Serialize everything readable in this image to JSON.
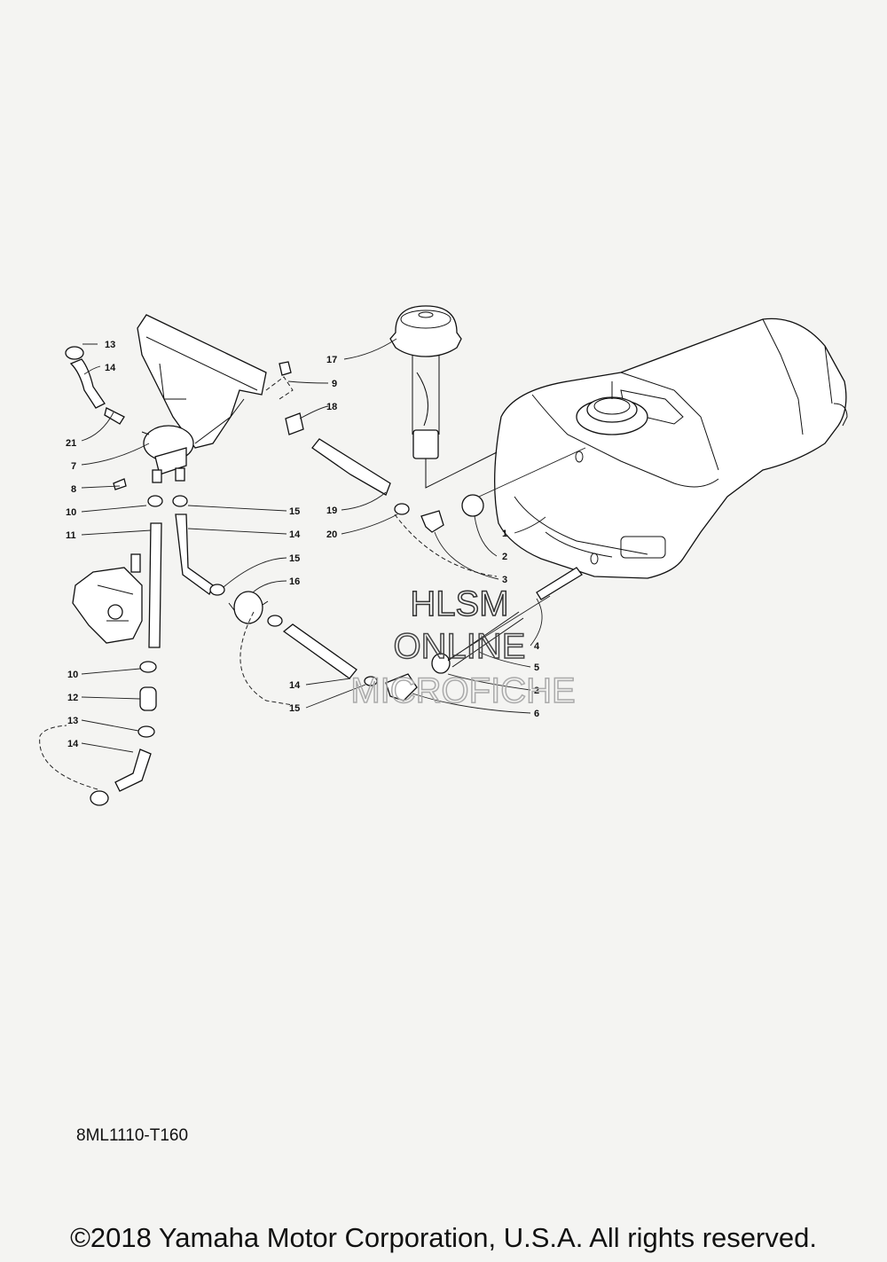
{
  "diagram": {
    "callouts": [
      "13",
      "14",
      "21",
      "7",
      "8",
      "10",
      "11",
      "10",
      "12",
      "13",
      "14",
      "9",
      "18",
      "15",
      "14",
      "15",
      "16",
      "14",
      "15",
      "17",
      "19",
      "20",
      "1",
      "2",
      "3",
      "4",
      "5",
      "2",
      "6"
    ],
    "watermark": [
      "HLSM",
      "ONLINE",
      "MICROFICHE"
    ],
    "code": "8ML1110-T160",
    "copyright": "©2018 Yamaha Motor Corporation, U.S.A. All rights reserved."
  }
}
